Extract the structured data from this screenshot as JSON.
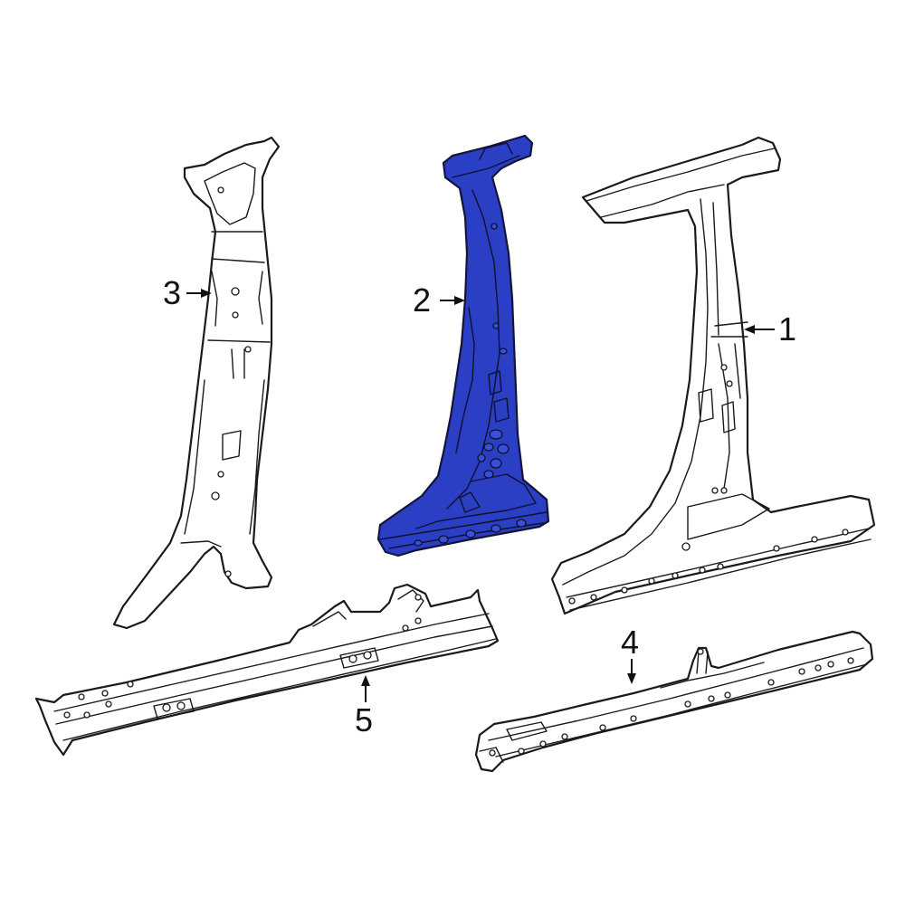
{
  "colors": {
    "highlight": "#2b3fc4",
    "outline": "#1a1a1a",
    "background": "#ffffff"
  },
  "callouts": [
    {
      "label": "1",
      "part": "b-pillar-outer-panel"
    },
    {
      "label": "2",
      "part": "b-pillar-inner-reinforcement"
    },
    {
      "label": "3",
      "part": "b-pillar-inner-panel"
    },
    {
      "label": "4",
      "part": "rocker-reinforcement"
    },
    {
      "label": "5",
      "part": "rocker-inner-panel"
    }
  ]
}
